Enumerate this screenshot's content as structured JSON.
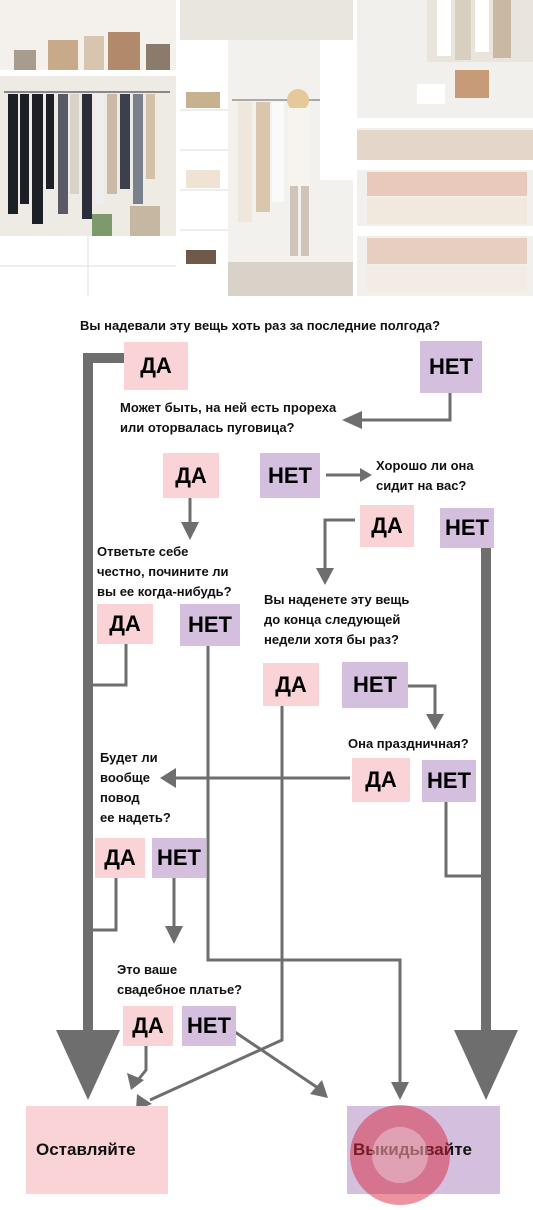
{
  "photos": [
    {
      "name": "wardrobe-rack-photo"
    },
    {
      "name": "closet-woman-photo"
    },
    {
      "name": "drawer-sweaters-photo"
    }
  ],
  "questions": {
    "q1": "Вы надевали эту вещь хоть раз за последние полгода?",
    "q2a": "Может быть, на ней есть прореха",
    "q2b": "или оторвалась пуговица?",
    "q3a": "Хорошо ли она",
    "q3b": "сидит на вас?",
    "q4a": "Ответьте себе",
    "q4b": "честно, почините ли",
    "q4c": "вы ее когда-нибудь?",
    "q5a": "Вы наденете эту вещь",
    "q5b": "до конца следующей",
    "q5c": "недели хотя бы раз?",
    "q6": "Она праздничная?",
    "q7a": "Будет ли",
    "q7b": "вообще",
    "q7c": "повод",
    "q7d": "ее надеть?",
    "q8a": "Это ваше",
    "q8b": "свадебное платье?"
  },
  "answers": {
    "yes": "ДА",
    "no": "НЕТ"
  },
  "outcomes": {
    "keep": "Оставляйте",
    "discard": "Выкидывайте"
  },
  "colors": {
    "yes_box": "#f9d3d6",
    "no_box": "#d4bfdf",
    "arrow": "#6e6e6e"
  }
}
